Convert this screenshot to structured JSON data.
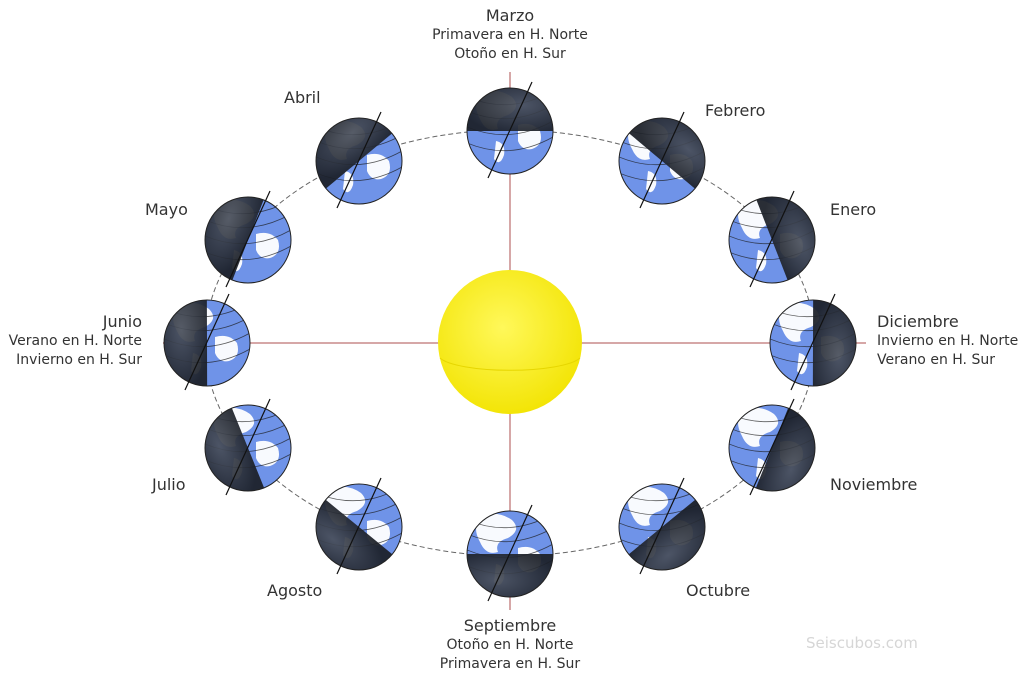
{
  "months": {
    "marzo": {
      "name": "Marzo",
      "line1": "Primavera en H. Norte",
      "line2": "Otoño en H. Sur",
      "lit": 0.5
    },
    "febrero": {
      "name": "Febrero",
      "lit": 0.5
    },
    "enero": {
      "name": "Enero",
      "lit": 0.5
    },
    "diciembre": {
      "name": "Diciembre",
      "line1": "Invierno en H. Norte",
      "line2": "Verano en H. Sur",
      "lit": 0.5
    },
    "noviembre": {
      "name": "Noviembre",
      "lit": 0.5
    },
    "octubre": {
      "name": "Octubre",
      "lit": 0.5
    },
    "septiembre": {
      "name": "Septiembre",
      "line1": "Otoño en H. Norte",
      "line2": "Primavera en H. Sur",
      "lit": 0.5
    },
    "agosto": {
      "name": "Agosto",
      "lit": 0.5
    },
    "julio": {
      "name": "Julio",
      "lit": 0.5
    },
    "junio": {
      "name": "Junio",
      "line1": "Verano en H. Norte",
      "line2": "Invierno en H. Sur",
      "lit": 0.5
    },
    "mayo": {
      "name": "Mayo",
      "lit": 0.5
    },
    "abril": {
      "name": "Abril",
      "lit": 0.5
    }
  },
  "watermark": "Seiscubos.com",
  "colors": {
    "sun": "#fff200",
    "sun_shadow": "#f2e400",
    "ocean": "#6f93e8",
    "land": "#ffffff",
    "night": "#2a2f3a",
    "axis_lines": "#c88a8a",
    "orbit": "#666666"
  }
}
